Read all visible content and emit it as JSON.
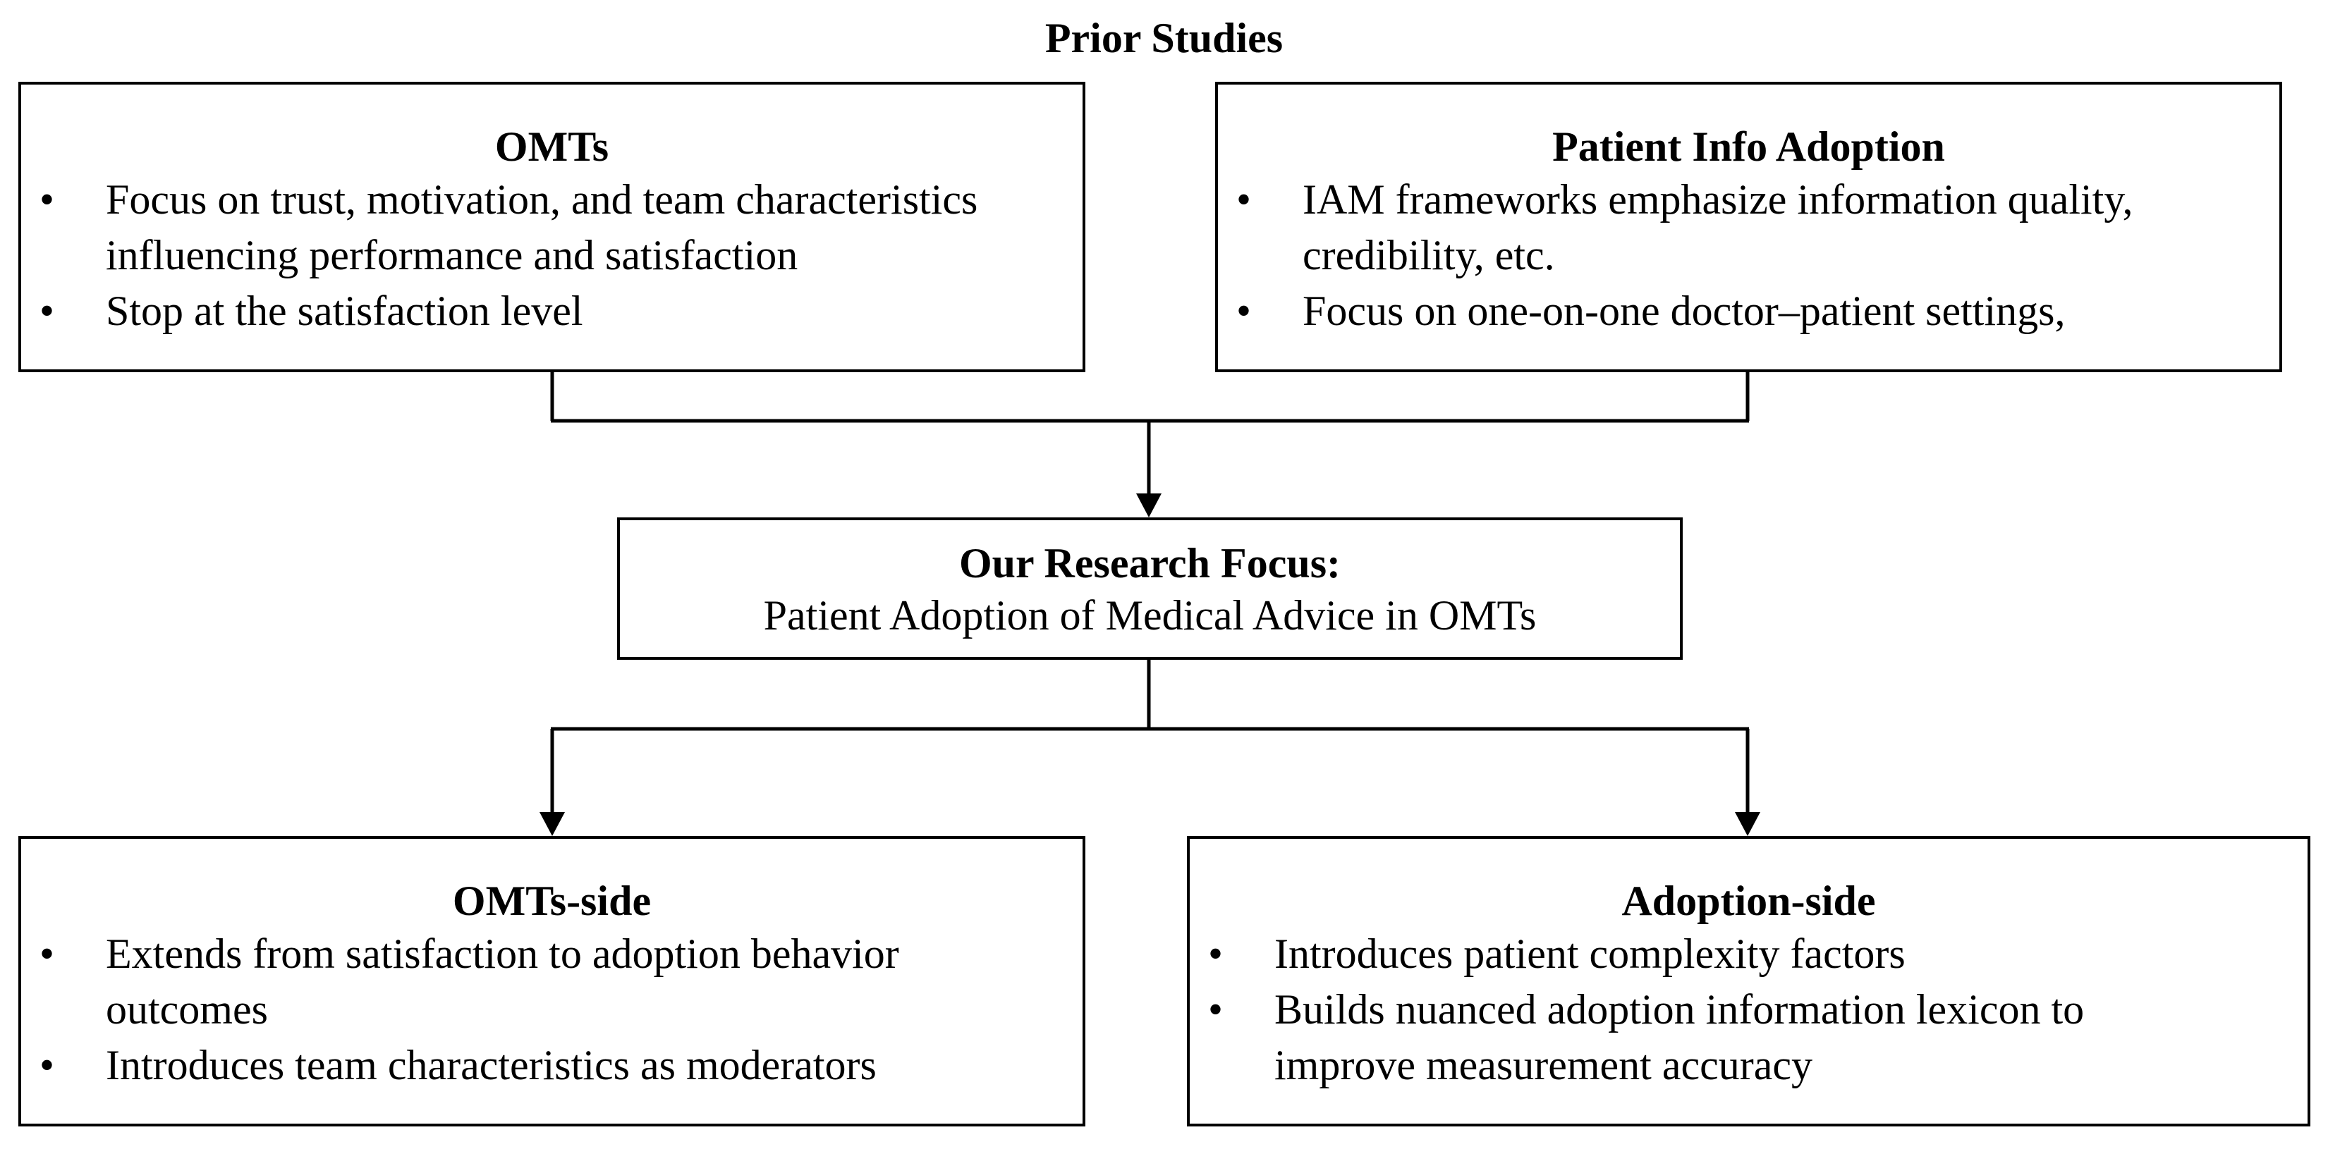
{
  "diagram": {
    "title": "Prior Studies",
    "nodes": {
      "omts": {
        "title": "OMTs",
        "bullets": [
          "Focus on trust, motivation, and team characteristics influencing performance and satisfaction",
          "Stop at the satisfaction level"
        ]
      },
      "patient_info_adoption": {
        "title": "Patient Info Adoption",
        "bullets": [
          "IAM frameworks emphasize information quality, credibility, etc.",
          "Focus on one-on-one doctor–patient settings,"
        ]
      },
      "research_focus": {
        "title": "Our Research Focus:",
        "subtitle": "Patient Adoption of Medical Advice in OMTs"
      },
      "omts_side": {
        "title": "OMTs-side",
        "bullets": [
          "Extends from satisfaction to adoption behavior outcomes",
          "Introduces team characteristics as moderators"
        ]
      },
      "adoption_side": {
        "title": "Adoption-side",
        "bullets": [
          "Introduces patient complexity factors",
          "Builds nuanced adoption information lexicon to improve measurement accuracy"
        ]
      }
    },
    "edges": [
      {
        "from": "omts",
        "to": "research_focus"
      },
      {
        "from": "patient_info_adoption",
        "to": "research_focus"
      },
      {
        "from": "research_focus",
        "to": "omts_side"
      },
      {
        "from": "research_focus",
        "to": "adoption_side"
      }
    ],
    "colors": {
      "stroke": "#000000",
      "background": "#ffffff",
      "text": "#000000"
    }
  }
}
